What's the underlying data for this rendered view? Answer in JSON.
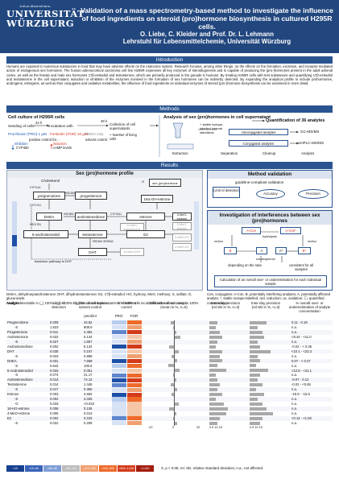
{
  "header": {
    "logo_small": "Julius-Maximilians-",
    "logo_line1": "UNIVERSITÄT",
    "logo_line2": "WÜRZBURG",
    "title": "Validation of a mass spectrometry-based method to investigate the influence of food ingredients on steroid (pro)hormone biosynthesis in cultured H295R cells.",
    "authors": "O. Liebe, C. Kleider and Prof. Dr. L. Lehmann",
    "affiliation": "Lehrstuhl für Lebensmittelchemie, Universität Würzburg"
  },
  "sections": {
    "intro": "Introduction",
    "methods": "Methods",
    "results": "Results"
  },
  "intro_text": "Humans are exposed to numerous substances in food that may have adverse effects on the endocrine system. Research focuses, among other things, on the effects on the formation, excretion, and receptor-mediated action of endogenous sex hormones. The human adrenocortical carcinoma cell line H295R expresses all key enzymes of steroidogenesis and is capable of producing the (pro-)hormones present in the adult adrenal cortex, as well as the female and male sex hormones 17β-estradiol and testosterone, which are primarily produced in the gonads in humans. By treating H295R cells with test substances and quantifying 17β-estradiol and testosterone in the cell supernatant, induction or inhibition of the enzymes involved in the formation of sex hormones can be indirectly detected. By expanding the analytical profile to include prohormones, androgens, estrogens, as well as their conjugates and oxidative metabolites, the influence of food ingredients on individual enzymes of steroid (pro-)hormone biosynthesis can be examined in more detail.",
  "methods": {
    "culture_title": "Cell culture of H295R cells",
    "seeding": "Seeding of cells",
    "t24": "24 h",
    "incubation": "Incubation with",
    "t48": "48 h",
    "collection": "Collection of cell supernatants",
    "prochloraz": "Prochloraz (PRO) 1 µM",
    "forskolin": "Forskolin (FOR) 10 µM",
    "dmso": "DMSO only",
    "pos_ctrl": "positive control for…",
    "inhibition": "inhibition",
    "induction": "induction",
    "cyp450": "CYP450",
    "camp": "cAMP levels",
    "solvent": "solvent control",
    "ncells": "+ Number of living cells",
    "analysis_title": "Analysis of sex (pro)hormones in cell supernatant",
    "std_label": "+ stable isotope-labelled internal standards",
    "quant": "Quantification of 36 analytes",
    "unconj": "Unconjugated analytes",
    "conj": "Conjugated analytes",
    "gcms": "GC-MS/MS",
    "uhplc": "UHPLC-MS/MS",
    "extraction": "Extraction",
    "separation": "Separation",
    "cleanup": "Cleanup",
    "analysis": "Analysis"
  },
  "profile": {
    "title": "Sex (pro)hormone profile",
    "cholesterol": "Cholesterol",
    "pregnenolone": "pregnenolone",
    "progesterone": "progesterone",
    "dhea": "DHEA",
    "androstenedione": "androstenedione",
    "androstenediol": "5-androstenediol",
    "testosterone": "testosterone",
    "dht": "DHT",
    "estrone": "estrone",
    "e2": "E2",
    "ohestrone": "16α-OH-estrone",
    "meo4": "4-MeO-estrone",
    "meo2": "2-MeO-estrone",
    "meo4e2": "4-MeO-E2",
    "meo2e2": "2-MeO-E2",
    "ketodht": "11-keto-DHT",
    "ketotesto": "11-keto-testosterone",
    "backdoor": "backdoor pathway to DHT",
    "conj_box": "sex (pro)hormone",
    "s_mark": "-S",
    "enz_cyp11a1": "CYP11A1",
    "enz_cyp17a1": "CYP17A1",
    "enz_hsd3b1": "HSD3B1",
    "enz_hsd3b2": "HSD3B2",
    "enz_hsd17b1": "HSD17B1",
    "enz_cyp19a1": "CYP19A1",
    "enz_srd5a": "SRD5A1 SRD5A2",
    "caption": "DHEA, dehydroepiandrosterone; DHT, dihydrotestosterone; E2, 17β-estradiol; HO, hydroxy; MeO, methoxy; S, sulfate; G, glucuronide.",
    "caption2": "Analyte detectable in (_) 100% / (_) <100% / (_) 0% of cell supernatants of H295R cells incubated with solvent control."
  },
  "validation": {
    "title": "Method validation",
    "guideline": "guideline-compliant validation",
    "lod": "Limit of detection",
    "accuracy": "Accuracy",
    "precision": "Precision"
  },
  "interf": {
    "title": "Investigation of interferences between sex (pro)hormones",
    "acon": "A-Con",
    "aconstar": "A-Con*",
    "hydrolysis": "hydrolysis",
    "redox": "red/ox",
    "a": "A",
    "astar": "A*",
    "b": "B",
    "bstar": "B*",
    "consequence": "consequence",
    "depending": "depending on the ratio",
    "consistent": "consistent for all samples",
    "calc": "Calculation of an overall over- or underestimation for each individual sample",
    "caption": "Con, conjugates; A-Con, B, potentially interfering analytes; A, potentially affected analyte; *, stable isotope-labelled; red, reduction; ox, oxidation; ☐, quantified concentration."
  },
  "table": {
    "h_analyte": "Analyte",
    "h_lod": "Limit of detection",
    "h_median": "Median concentration solvent control",
    "h_units": "pmol/ml",
    "h_pct": "% of solvent control",
    "h_pro": "PRO",
    "h_for": "FOR",
    "h_diff": "Difference of accuracy to 100% (mean in %, n=5)",
    "h_intra": "Intra-day precision (rel.SD in %, n=3)",
    "h_inter": "Inter-day precision (rel.SD in %, n=3)",
    "h_over": "% overall over- or underestimation of analyte concentration",
    "axis_neg": "-20",
    "axis_zero": "0",
    "axis_pos": "20",
    "axis_intra": "0 5 10 15",
    "axis_inter": "0 5 10 15",
    "rows": [
      {
        "name": "Pregnenolone",
        "lod": "0.009",
        "median": "34.62",
        "pro": "#b8ccee",
        "for": "#ee6a2a",
        "dacc": -3,
        "intra": 4,
        "inter": 8,
        "over": "0.11 - 0.19"
      },
      {
        "name": "-S",
        "lod": "1.823",
        "median": "808.9",
        "pro": "#d8e2f5",
        "for": "#f0a070",
        "dacc": -1,
        "intra": 3,
        "inter": 4,
        "over": "n.a."
      },
      {
        "name": "Progesterone",
        "lod": "0.011",
        "median": "2.482",
        "pro": "#5f86cc",
        "for": "#d33b1a",
        "dacc": 2,
        "intra": 5,
        "inter": 6,
        "over": "n.a."
      },
      {
        "name": "Androstenone",
        "lod": "0.022",
        "median": "0.134",
        "pro": "#d8e2f5",
        "for": "#f6c6a6",
        "dacc": 6,
        "intra": 6,
        "inter": 7,
        "over": "<8.44 - <11.0"
      },
      {
        "name": "-S",
        "lod": "0.027",
        "median": "1.657",
        "pro": "#d8e2f5",
        "for": "#f0a070",
        "dacc": 1,
        "intra": 4,
        "inter": 4,
        "over": "n.a."
      },
      {
        "name": "Androstanedione",
        "lod": "0.002",
        "median": "6.132",
        "pro": "#1e4fa6",
        "for": "#d33b1a",
        "dacc": -4,
        "intra": 3,
        "inter": 5,
        "over": "-0.02 - < 0.35"
      },
      {
        "name": "DHT",
        "lod": "0.035",
        "median": "0.157",
        "pro": "#d8e2f5",
        "for": "#f6c6a6",
        "dacc": 4,
        "intra": 6,
        "inter": 10,
        "over": "<10.1 - <23.3"
      },
      {
        "name": "-S",
        "lod": "0.023",
        "median": "0.898",
        "pro": "#d8e2f5",
        "for": "#f0a070",
        "dacc": -2,
        "intra": 5,
        "inter": 4,
        "over": "n.a."
      },
      {
        "name": "DHEA",
        "lod": "0.031",
        "median": "7.669",
        "pro": "#1e4fa6",
        "for": "#d33b1a",
        "dacc": 3,
        "intra": 6,
        "inter": 5,
        "over": "0.07 - < 0.27"
      },
      {
        "name": "-S",
        "lod": "0.642",
        "median": "100.6",
        "pro": "#b8ccee",
        "for": "#ee6a2a",
        "dacc": -5,
        "intra": 4,
        "inter": 3,
        "over": "n.a."
      },
      {
        "name": "5-Androstenediol",
        "lod": "0.033",
        "median": "0.051",
        "pro": "#d8e2f5",
        "for": "#f6c6a6",
        "dacc": 5,
        "intra": 8,
        "inter": 9,
        "over": "<12.8 - <41.1"
      },
      {
        "name": "-S",
        "lod": "0.074",
        "median": "21.17",
        "pro": "#5f86cc",
        "for": "#ee6a2a",
        "dacc": -1,
        "intra": 3,
        "inter": 5,
        "over": "n.a."
      },
      {
        "name": "Androstenedione",
        "lod": "0.013",
        "median": "74.12",
        "pro": "#1e4fa6",
        "for": "#d33b1a",
        "dacc": 2,
        "intra": 4,
        "inter": 4,
        "over": "-0.07 - 0.12"
      },
      {
        "name": "Testosterone",
        "lod": "0.014",
        "median": "1.445",
        "pro": "#5f86cc",
        "for": "#ee6a2a",
        "dacc": -3,
        "intra": 5,
        "inter": 6,
        "over": "-0.02 - <0.65"
      },
      {
        "name": "-S",
        "lod": "0.017",
        "median": "0.350",
        "pro": "#d8e2f5",
        "for": "#f0a070",
        "dacc": 3,
        "intra": 4,
        "inter": 3,
        "over": "n.a."
      },
      {
        "name": "Estrone",
        "lod": "0.003",
        "median": "3.663",
        "pro": "#1e4fa6",
        "for": "#d33b1a",
        "dacc": -2,
        "intra": 6,
        "inter": 7,
        "over": "-18.9 - -15.5"
      },
      {
        "name": "-S",
        "lod": "0.004",
        "median": "3.325",
        "pro": "#b8ccee",
        "for": "#ee6a2a",
        "dacc": 1,
        "intra": 3,
        "inter": 4,
        "over": "n.a."
      },
      {
        "name": "-G",
        "lod": "0.033",
        "median": "<0.033",
        "pro": "#d8e2f5",
        "for": "#f6c6a6",
        "dacc": 4,
        "intra": 7,
        "inter": 6,
        "over": "n.a."
      },
      {
        "name": "16-HO-estrone",
        "lod": "0.008",
        "median": "0.105",
        "pro": "#d8e2f5",
        "for": "#f6c6a6",
        "dacc": -4,
        "intra": 9,
        "inter": 8,
        "over": "n.a."
      },
      {
        "name": "4-MeO-estrone",
        "lod": "0.005",
        "median": "0.013",
        "pro": "#d8e2f5",
        "for": "#f6c6a6",
        "dacc": 2,
        "intra": 8,
        "inter": 11,
        "over": "n.a."
      },
      {
        "name": "E2",
        "lod": "0.002",
        "median": "0.233",
        "pro": "#5f86cc",
        "for": "#ee6a2a",
        "dacc": -1,
        "intra": 5,
        "inter": 6,
        "over": "<0.14 - <1.50"
      },
      {
        "name": "-S",
        "lod": "0.022",
        "median": "0.208",
        "pro": "#d8e2f5",
        "for": "#f0a070",
        "dacc": 3,
        "intra": 4,
        "inter": 5,
        "over": "n.a."
      }
    ]
  },
  "legend": {
    "items": [
      {
        "label": "<10",
        "color": "#17408f"
      },
      {
        "label": ">10–60",
        "color": "#3a63b8"
      },
      {
        "label": ">60–90",
        "color": "#7e9dd6"
      },
      {
        "label": ">90–110",
        "color": "#bdbdbd"
      },
      {
        "label": ">110–200",
        "color": "#f0a070"
      },
      {
        "label": ">200–500",
        "color": "#ee6a2a"
      },
      {
        "label": ">500–1,000",
        "color": "#d33b1a"
      },
      {
        "label": ">1,000",
        "color": "#a51c0e"
      }
    ],
    "note": "X, p < 0.05; rel. SD, relative standard deviation; n.a., not affected."
  }
}
